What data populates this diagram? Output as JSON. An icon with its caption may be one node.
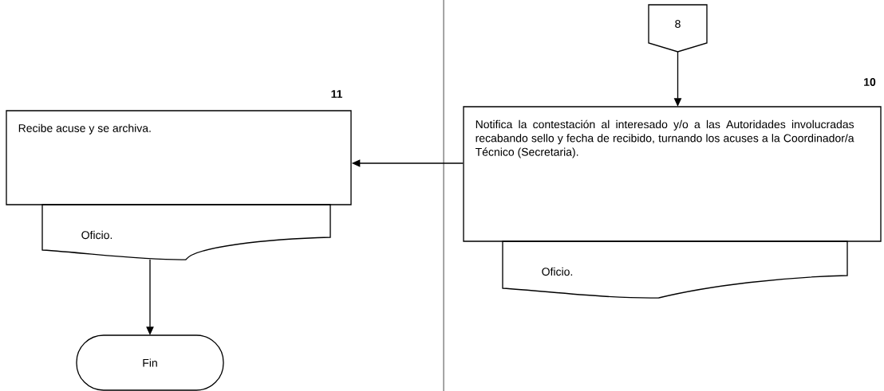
{
  "diagram": {
    "nodes": [
      {
        "text": [
          "8"
        ]
      },
      {
        "text": [
          "Recibe acuse y se archiva."
        ],
        "beside": [
          "11"
        ]
      },
      {
        "text": [
          "Notifica la contestación al interesado y/o a las Autoridades involucradas recabando sello y fecha de recibido, turnando los acuses a la Coordinador/a Técnico (Secretaria)."
        ],
        "beside": [
          "10"
        ]
      },
      {
        "text": [
          "Oficio."
        ]
      },
      {
        "text": [
          "Oficio."
        ]
      },
      {
        "text": [
          "Fin"
        ]
      }
    ],
    "edges": [
      {
        "from": 0,
        "to": 2,
        "arrow": "to"
      },
      {
        "from": 2,
        "to": 1,
        "arrow": "to"
      },
      {
        "from": 3,
        "to": 5,
        "arrow": "to"
      }
    ]
  }
}
